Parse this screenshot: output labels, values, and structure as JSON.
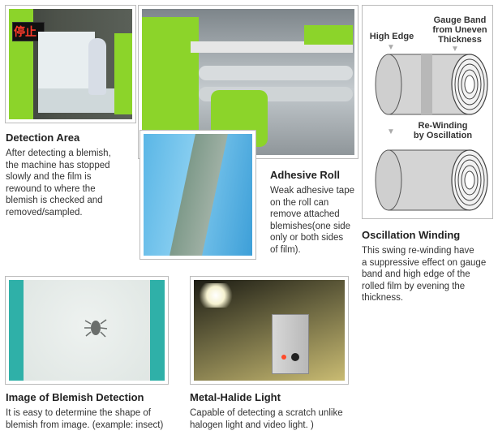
{
  "sections": {
    "detection": {
      "sign": "停止",
      "title": "Detection Area",
      "desc": "After detecting a blemish,\nthe machine has stopped\nslowly and the film is\nrewound to where the\nblemish is checked and\n removed/sampled."
    },
    "adhesive": {
      "title": "Adhesive Roll",
      "desc": "Weak adhesive tape\non the roll can\nremove attached\nblemishes(one side\n only or both sides\n of film)."
    },
    "oscillation": {
      "title": "Oscillation Winding",
      "desc": "This swing re-winding have\na suppressive effect on gauge\n band and high edge of the\nrolled film by evening the\n thickness.",
      "labels": {
        "high_edge": "High Edge",
        "gauge_band": "Gauge Band\nfrom Uneven\nThickness",
        "rewinding": "Re-Winding\nby Oscillation"
      }
    },
    "blemish": {
      "title": "Image of Blemish Detection",
      "desc": "It is easy to determine the shape of\n blemish from image. (example: insect)"
    },
    "light": {
      "title": "Metal-Halide Light",
      "desc": "Capable of detecting a scratch unlike\nhalogen light and video light. )"
    }
  },
  "colors": {
    "machine_green": "#8cd42a",
    "teal_band": "#2fb0a8"
  }
}
